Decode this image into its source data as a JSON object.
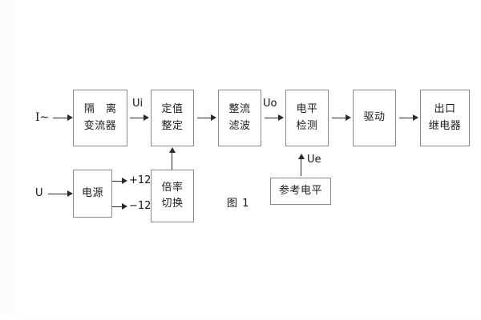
{
  "figure": {
    "caption": "图 1",
    "background": "#ffffff",
    "line_color": "#2b2b2b",
    "box_border_color": "#8a8a8a"
  },
  "inputs": [
    {
      "name": "current-input",
      "label": "I~"
    },
    {
      "name": "voltage-input",
      "label": "U"
    }
  ],
  "blocks": [
    {
      "id": "isolation-transformer",
      "lines": [
        "隔 离",
        "变流器"
      ]
    },
    {
      "id": "setting-value",
      "lines": [
        "定值",
        "整定"
      ]
    },
    {
      "id": "rectify-filter",
      "lines": [
        "整流",
        "滤波"
      ]
    },
    {
      "id": "level-detection",
      "lines": [
        "电平",
        "检测"
      ]
    },
    {
      "id": "drive",
      "lines": [
        "驱动"
      ]
    },
    {
      "id": "output-relay",
      "lines": [
        "出口",
        "继电器"
      ]
    },
    {
      "id": "power-supply",
      "lines": [
        "电源"
      ]
    },
    {
      "id": "multiplier-switch",
      "lines": [
        "倍率",
        "切换"
      ]
    },
    {
      "id": "reference-level",
      "lines": [
        "参考电平"
      ]
    }
  ],
  "signals": [
    {
      "id": "ui",
      "label": "Ui"
    },
    {
      "id": "uo",
      "label": "Uo"
    },
    {
      "id": "ue",
      "label": "Ue"
    }
  ],
  "power_rails": [
    {
      "id": "rail-positive",
      "label": "+12V"
    },
    {
      "id": "rail-negative",
      "label": "−12V"
    }
  ]
}
